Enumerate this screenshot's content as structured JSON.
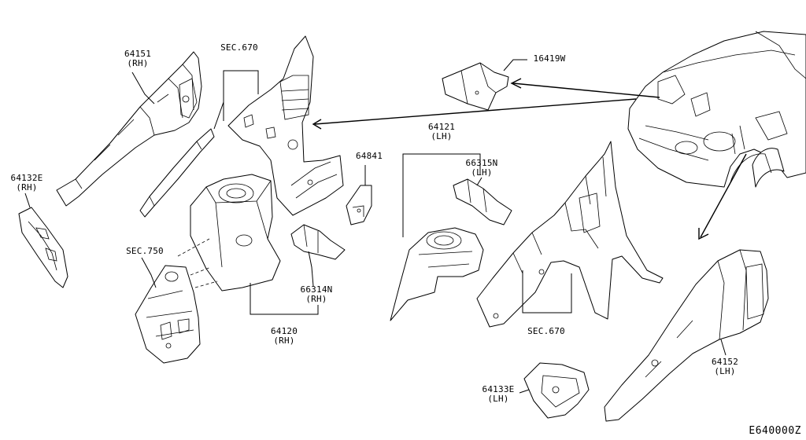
{
  "diagram": {
    "labels": {
      "p64151": {
        "num": "64151",
        "side": "(RH)"
      },
      "sec670_top": {
        "num": "SEC.670"
      },
      "p16419w": {
        "num": "16419W"
      },
      "p64121": {
        "num": "64121",
        "side": "(LH)"
      },
      "p66315n": {
        "num": "66315N",
        "side": "(LH)"
      },
      "p64841": {
        "num": "64841"
      },
      "p64132e": {
        "num": "64132E",
        "side": "(RH)"
      },
      "sec750": {
        "num": "SEC.750"
      },
      "p66314n": {
        "num": "66314N",
        "side": "(RH)"
      },
      "p64120": {
        "num": "64120",
        "side": "(RH)"
      },
      "sec670_bottom": {
        "num": "SEC.670"
      },
      "p64152": {
        "num": "64152",
        "side": "(LH)"
      },
      "p64133e": {
        "num": "64133E",
        "side": "(LH)"
      }
    },
    "code": "E640000Z"
  }
}
